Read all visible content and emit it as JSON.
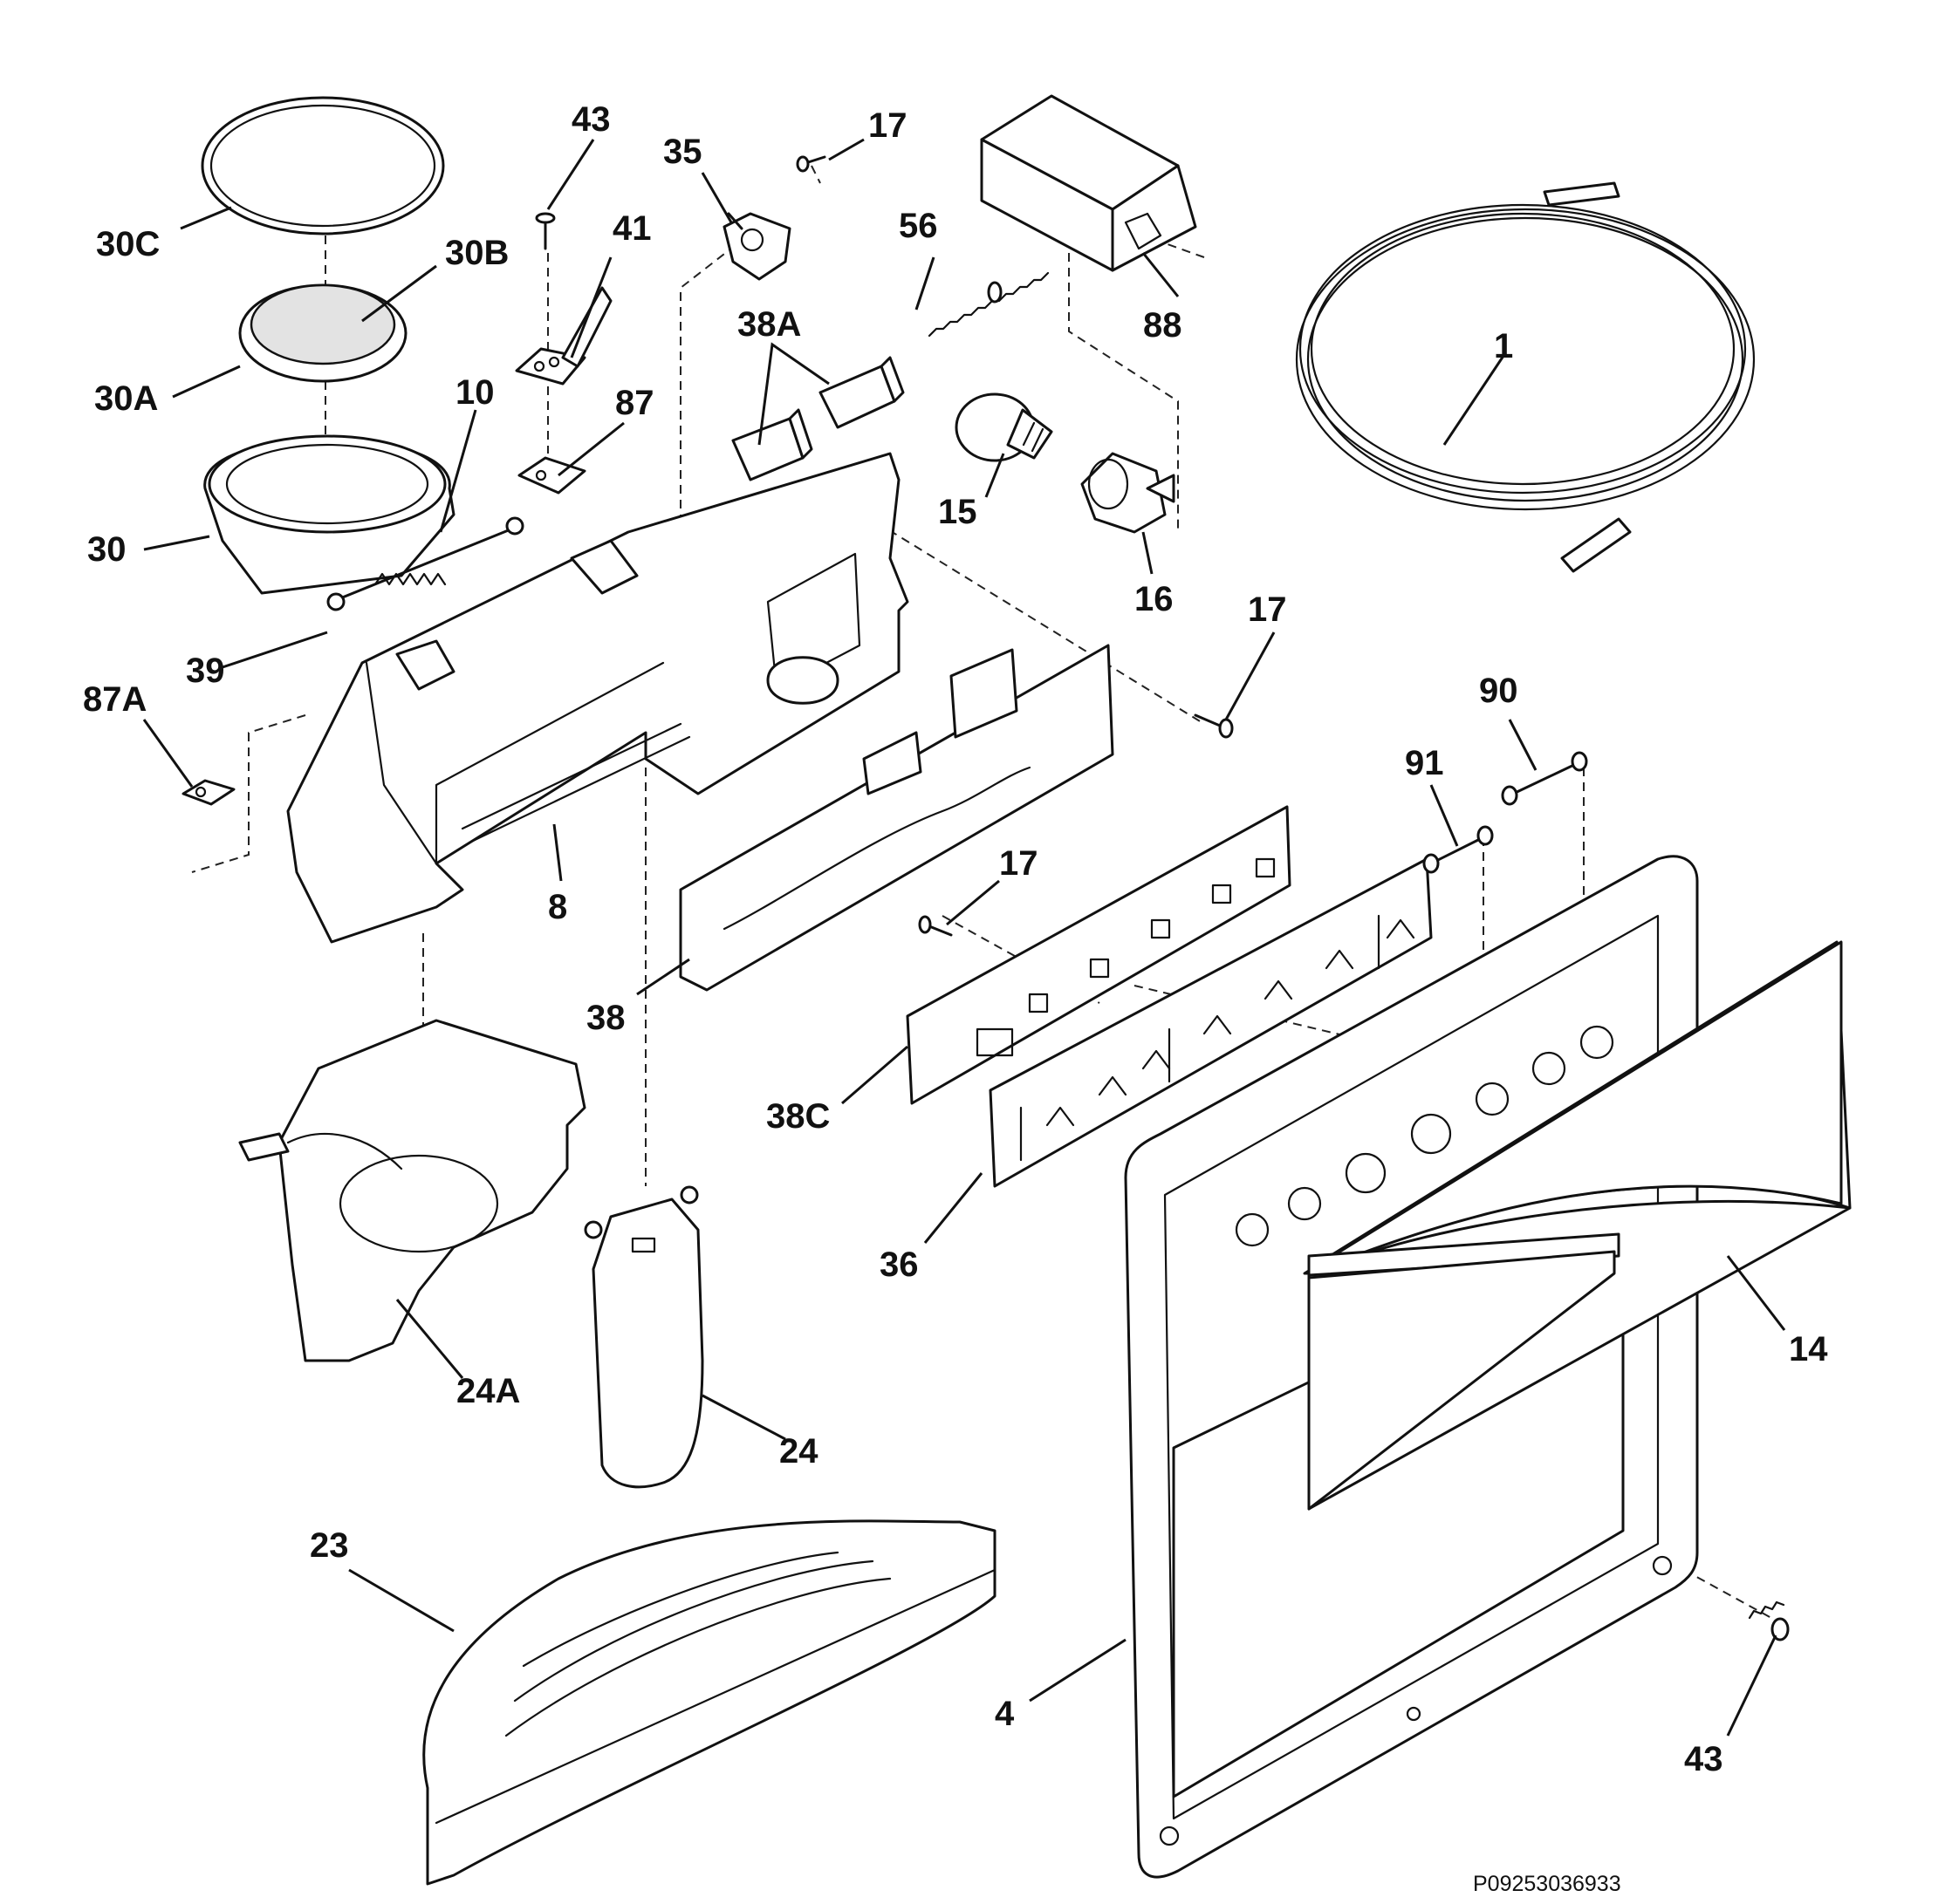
{
  "callouts": {
    "c43_top": "43",
    "c17_top": "17",
    "c35": "35",
    "c30C": "30C",
    "c30B": "30B",
    "c41": "41",
    "c56": "56",
    "c88": "88",
    "c38A": "38A",
    "c1": "1",
    "c30A": "30A",
    "c10": "10",
    "c87": "87",
    "c15": "15",
    "c30": "30",
    "c16": "16",
    "c17_mid": "17",
    "c39": "39",
    "c87A": "87A",
    "c90": "90",
    "c91": "91",
    "c8": "8",
    "c17_low": "17",
    "c38": "38",
    "c38C": "38C",
    "c36": "36",
    "c14": "14",
    "c24A": "24A",
    "c24": "24",
    "c23": "23",
    "c4": "4",
    "c43_bottom": "43"
  },
  "drawing_code": "P09253036933"
}
